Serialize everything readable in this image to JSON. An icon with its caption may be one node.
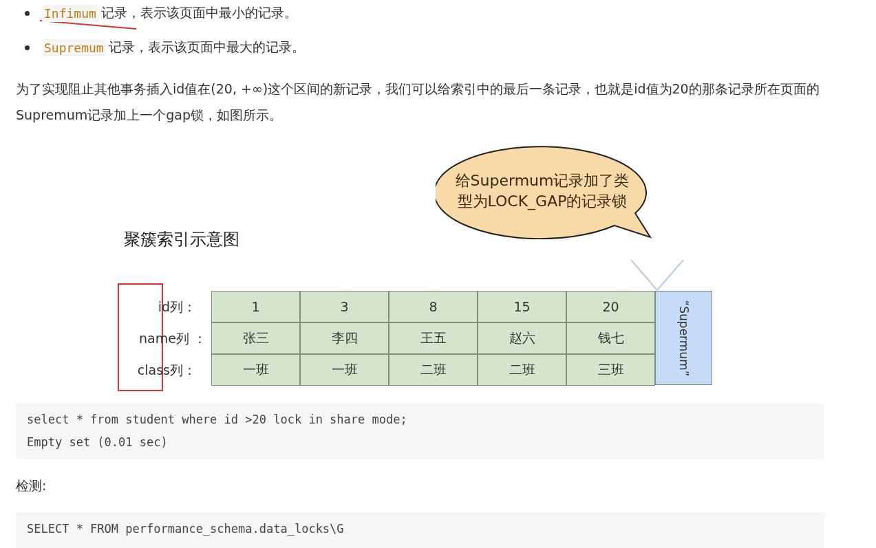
{
  "diagram": {
    "title": "聚簇索引示意图",
    "nodes": [
      {
        "text": [
          "给Supermum记录加了类型为LOCK_GAP的记录锁"
        ]
      }
    ],
    "labels": [
      "Infimum",
      "记录，表示该页面中最小的记录。",
      "Supremum",
      "记录，表示该页面中最大的记录。",
      "为了实现阻止其他事务插入id值在(20, +∞)这个区间的新记录，我们可以给索引中的最后一条记录，也就是id值为20的那条记录所在页面的Supremum记录加上一个gap锁，如图所示。",
      "id列：",
      "1",
      "3",
      "8",
      "15",
      "20",
      "“Supermum”",
      "name列 ：",
      "张三",
      "李四",
      "王五",
      "赵六",
      "钱七",
      "class列：",
      "一班",
      "一班",
      "二班",
      "二班",
      "三班",
      "select * from student where id >20 lock in share mode;",
      "Empty set (0.01 sec)",
      "检测:",
      "SELECT * FROM performance_schema.data_locks\\G"
    ]
  }
}
